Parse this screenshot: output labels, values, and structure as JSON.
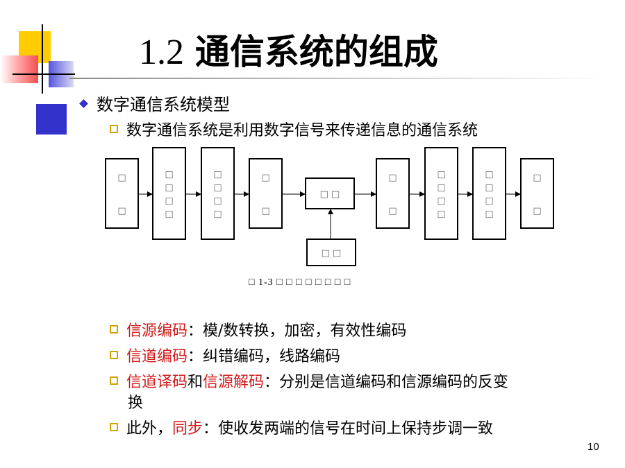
{
  "slide": {
    "title_number": "1.2",
    "title_text": "通信系统的组成",
    "page_number": "10"
  },
  "bullet_main": "数字通信系统模型",
  "sub_definition": "数字通信系统是利用数字信号来传递信息的通信系统",
  "diagram": {
    "blocks": [
      {
        "label": "□\n\n□"
      },
      {
        "label": "□\n□\n□\n□"
      },
      {
        "label": "□\n□\n□\n□"
      },
      {
        "label": "□\n\n□"
      },
      {
        "label": "□ □"
      },
      {
        "label": "□ □"
      },
      {
        "label": "□\n\n□"
      },
      {
        "label": "□\n□\n□\n□"
      },
      {
        "label": "□\n□\n□\n□"
      },
      {
        "label": "□\n\n□"
      }
    ],
    "caption": "□ 1-3  □ □ □ □ □ □ □ □"
  },
  "bullets": [
    {
      "red": "信源编码",
      "rest": "：模/数转换，加密，有效性编码"
    },
    {
      "red": "信道编码",
      "rest": "：纠错编码，线路编码"
    },
    {
      "red_a": "信道译码",
      "mid": "和",
      "red_b": "信源解码",
      "rest": "：分别是信道编码和信源编码的反变",
      "cont": "换"
    },
    {
      "pre": "此外，",
      "red": "同步",
      "rest": "：使收发两端的信号在时间上保持步调一致"
    }
  ],
  "colors": {
    "accent_red": "#d11a1a",
    "bullet_blue": "#3333cc",
    "deco_yellow": "#ffcc00",
    "deco_blue": "#3333cc"
  }
}
